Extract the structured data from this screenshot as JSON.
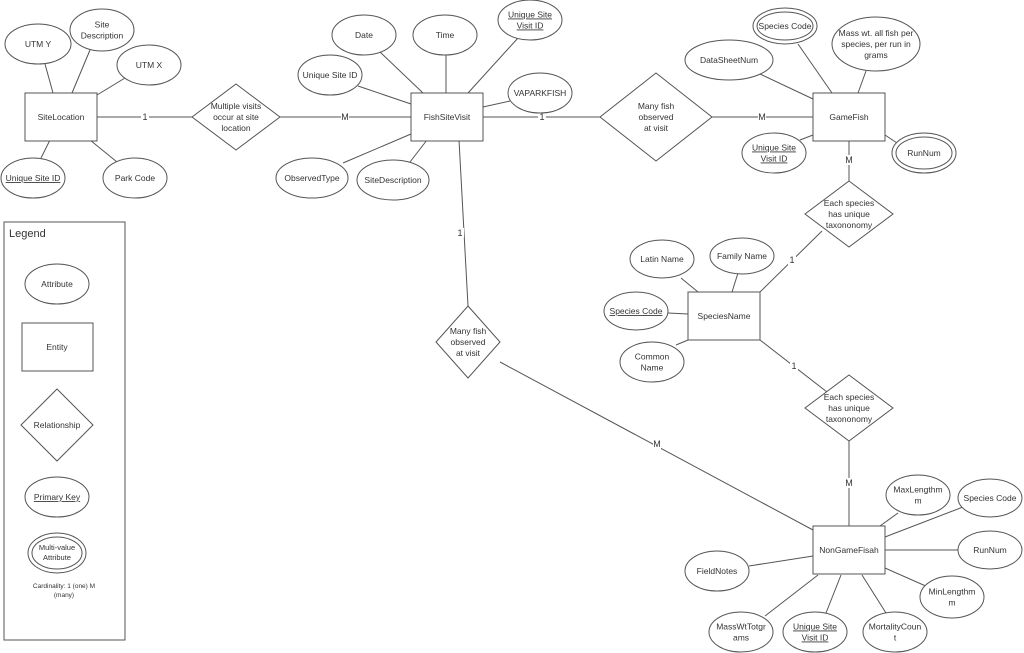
{
  "diagram": {
    "entities": [
      {
        "id": "site_location",
        "label": "SiteLocation"
      },
      {
        "id": "fish_site_visit",
        "label": "FishSiteVisit"
      },
      {
        "id": "game_fish",
        "label": "GameFish"
      },
      {
        "id": "species_name",
        "label": "SpeciesName"
      },
      {
        "id": "non_game_fish",
        "label": "NonGameFisah"
      }
    ],
    "relationships": [
      {
        "id": "rel_visits",
        "lines": [
          "Multiple visits",
          "occur at site",
          "location"
        ]
      },
      {
        "id": "rel_gamefish",
        "lines": [
          "Many fish",
          "observed",
          "at visit"
        ]
      },
      {
        "id": "rel_taxonomy_game",
        "lines": [
          "Each species",
          "has unique",
          "taxononomy"
        ]
      },
      {
        "id": "rel_taxonomy_nongame",
        "lines": [
          "Each species",
          "has unique",
          "taxononomy"
        ]
      },
      {
        "id": "rel_nongamefish",
        "lines": [
          "Many fish",
          "observed",
          "at visit"
        ]
      }
    ],
    "attributes": [
      {
        "entity": "site_location",
        "lines": [
          "UTM Y"
        ],
        "type": "attribute"
      },
      {
        "entity": "site_location",
        "lines": [
          "Site",
          "Description"
        ],
        "type": "attribute"
      },
      {
        "entity": "site_location",
        "lines": [
          "UTM X"
        ],
        "type": "attribute"
      },
      {
        "entity": "site_location",
        "lines": [
          "Unique Site ID"
        ],
        "type": "primary-key"
      },
      {
        "entity": "site_location",
        "lines": [
          "Park Code"
        ],
        "type": "attribute"
      },
      {
        "entity": "fish_site_visit",
        "lines": [
          "Date"
        ],
        "type": "attribute"
      },
      {
        "entity": "fish_site_visit",
        "lines": [
          "Time"
        ],
        "type": "attribute"
      },
      {
        "entity": "fish_site_visit",
        "lines": [
          "Unique Site",
          "Visit ID"
        ],
        "type": "primary-key"
      },
      {
        "entity": "fish_site_visit",
        "lines": [
          "Unique Site ID"
        ],
        "type": "attribute"
      },
      {
        "entity": "fish_site_visit",
        "lines": [
          "VAPARKFISH"
        ],
        "type": "attribute"
      },
      {
        "entity": "fish_site_visit",
        "lines": [
          "ObservedType"
        ],
        "type": "attribute"
      },
      {
        "entity": "fish_site_visit",
        "lines": [
          "SiteDescription"
        ],
        "type": "attribute"
      },
      {
        "entity": "game_fish",
        "lines": [
          "Species Code"
        ],
        "type": "multi-value"
      },
      {
        "entity": "game_fish",
        "lines": [
          "DataSheetNum"
        ],
        "type": "attribute"
      },
      {
        "entity": "game_fish",
        "lines": [
          "Mass wt. all fish per",
          "species, per run in",
          "grams"
        ],
        "type": "attribute"
      },
      {
        "entity": "game_fish",
        "lines": [
          "Unique Site",
          "Visit ID"
        ],
        "type": "primary-key"
      },
      {
        "entity": "game_fish",
        "lines": [
          "RunNum"
        ],
        "type": "multi-value"
      },
      {
        "entity": "species_name",
        "lines": [
          "Latin Name"
        ],
        "type": "attribute"
      },
      {
        "entity": "species_name",
        "lines": [
          "Family Name"
        ],
        "type": "attribute"
      },
      {
        "entity": "species_name",
        "lines": [
          "Species Code"
        ],
        "type": "primary-key"
      },
      {
        "entity": "species_name",
        "lines": [
          "Common",
          "Name"
        ],
        "type": "attribute"
      },
      {
        "entity": "non_game_fish",
        "lines": [
          "MaxLengthm",
          "m"
        ],
        "type": "attribute"
      },
      {
        "entity": "non_game_fish",
        "lines": [
          "Species Code"
        ],
        "type": "attribute"
      },
      {
        "entity": "non_game_fish",
        "lines": [
          "RunNum"
        ],
        "type": "attribute"
      },
      {
        "entity": "non_game_fish",
        "lines": [
          "MinLengthm",
          "m"
        ],
        "type": "attribute"
      },
      {
        "entity": "non_game_fish",
        "lines": [
          "FieldNotes"
        ],
        "type": "attribute"
      },
      {
        "entity": "non_game_fish",
        "lines": [
          "MassWtTotgr",
          "ams"
        ],
        "type": "attribute"
      },
      {
        "entity": "non_game_fish",
        "lines": [
          "Unique Site",
          "Visit ID"
        ],
        "type": "primary-key"
      },
      {
        "entity": "non_game_fish",
        "lines": [
          "MortalityCoun",
          "t"
        ],
        "type": "attribute"
      }
    ],
    "connections": [
      {
        "from": "site_location",
        "to": "rel_visits",
        "cardinality": "1"
      },
      {
        "from": "rel_visits",
        "to": "fish_site_visit",
        "cardinality": "M"
      },
      {
        "from": "fish_site_visit",
        "to": "rel_gamefish",
        "cardinality": "1"
      },
      {
        "from": "rel_gamefish",
        "to": "game_fish",
        "cardinality": "M"
      },
      {
        "from": "game_fish",
        "to": "rel_taxonomy_game",
        "cardinality": "M"
      },
      {
        "from": "rel_taxonomy_game",
        "to": "species_name",
        "cardinality": "1"
      },
      {
        "from": "species_name",
        "to": "rel_taxonomy_nongame",
        "cardinality": "1"
      },
      {
        "from": "rel_taxonomy_nongame",
        "to": "non_game_fish",
        "cardinality": "M"
      },
      {
        "from": "fish_site_visit",
        "to": "rel_nongamefish",
        "cardinality": "1"
      },
      {
        "from": "rel_nongamefish",
        "to": "non_game_fish",
        "cardinality": "M"
      }
    ]
  },
  "legend": {
    "title": "Legend",
    "attribute": "Attribute",
    "entity": "Entity",
    "relationship": "Relationship",
    "primary_key": "Primary Key",
    "multi_value": [
      "Multi-value",
      "Attribute"
    ],
    "cardinality": [
      "Cardinality: 1 (one) M",
      "(many)"
    ]
  }
}
